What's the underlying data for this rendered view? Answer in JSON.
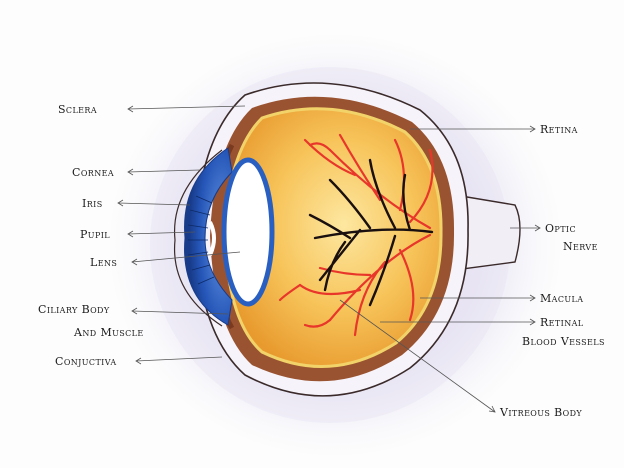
{
  "labels": {
    "sclera": "Sclera",
    "cornea": "Cornea",
    "iris": "Iris",
    "pupil": "Pupil",
    "lens": "Lens",
    "ciliary_1": "Ciliary Body",
    "ciliary_2": "And Muscle",
    "conjunctiva": "Conjuctiva",
    "retina": "Retina",
    "optic_1": "Optic",
    "optic_2": "Nerve",
    "macula": "Macula",
    "retinal_1": "Retinal",
    "retinal_2": "Blood Vessels",
    "vitreous": "Vitreous Body"
  },
  "colors": {
    "conjunctiva_wash": "#d9d6ea",
    "sclera_outline": "#3a2a2a",
    "choroid": "#8a4a2a",
    "vitreous": "#f5b640",
    "retina_edge": "#f2d36a",
    "iris_blue": "#2a5fc2",
    "vessel_red": "#e8362b",
    "vessel_dark": "#1a1010"
  },
  "icons": [
    "eye-cross-section"
  ]
}
